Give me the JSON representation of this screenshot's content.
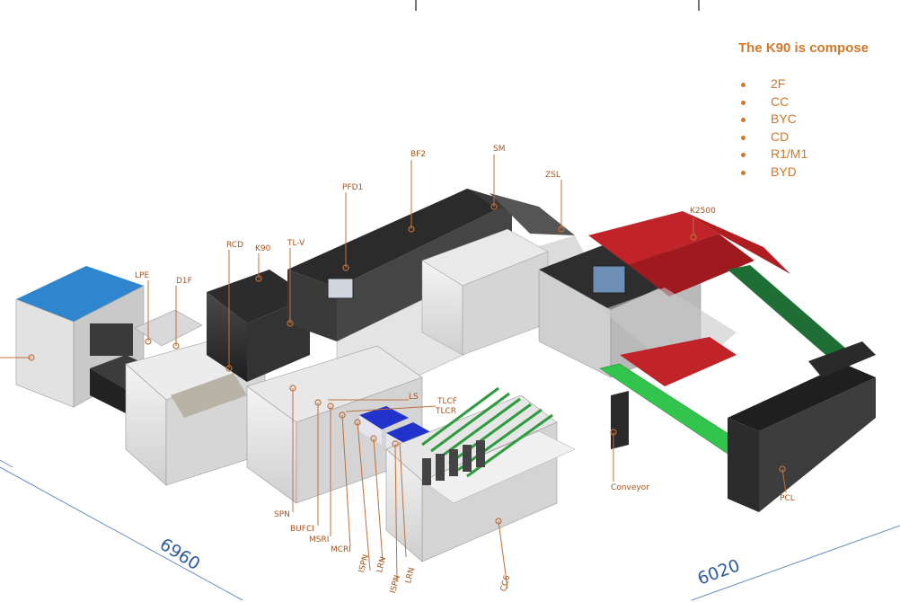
{
  "panel": {
    "title": "The K90 is compose",
    "modules": [
      "2F",
      "CC",
      "BYC",
      "CD",
      "R1/M1",
      "BYD"
    ]
  },
  "dimensions": {
    "left": "6960",
    "right": "6020"
  },
  "callouts": [
    {
      "id": "lpe",
      "text": "LPE"
    },
    {
      "id": "d1f",
      "text": "D1F"
    },
    {
      "id": "rcd",
      "text": "RCD"
    },
    {
      "id": "k90",
      "text": "K90"
    },
    {
      "id": "tlv",
      "text": "TL-V"
    },
    {
      "id": "pfd1",
      "text": "PFD1"
    },
    {
      "id": "bf2",
      "text": "BF2"
    },
    {
      "id": "sm",
      "text": "SM"
    },
    {
      "id": "zsl",
      "text": "ZSL"
    },
    {
      "id": "k2500",
      "text": "K2500"
    },
    {
      "id": "ls",
      "text": "LS"
    },
    {
      "id": "tlcf",
      "text": "TLCF"
    },
    {
      "id": "tlcr",
      "text": "TLCR"
    },
    {
      "id": "spn",
      "text": "SPN"
    },
    {
      "id": "bufci",
      "text": "BUFCI"
    },
    {
      "id": "msri",
      "text": "MSRI"
    },
    {
      "id": "mcri",
      "text": "MCRI"
    },
    {
      "id": "ispn1",
      "text": "ISPN"
    },
    {
      "id": "lrn",
      "text": "LRN"
    },
    {
      "id": "ispn2",
      "text": "ISPN"
    },
    {
      "id": "lrn2",
      "text": "LRN"
    },
    {
      "id": "cc6",
      "text": "CC6"
    },
    {
      "id": "conveyor",
      "text": "Conveyor"
    },
    {
      "id": "pcl",
      "text": "PCL"
    }
  ]
}
